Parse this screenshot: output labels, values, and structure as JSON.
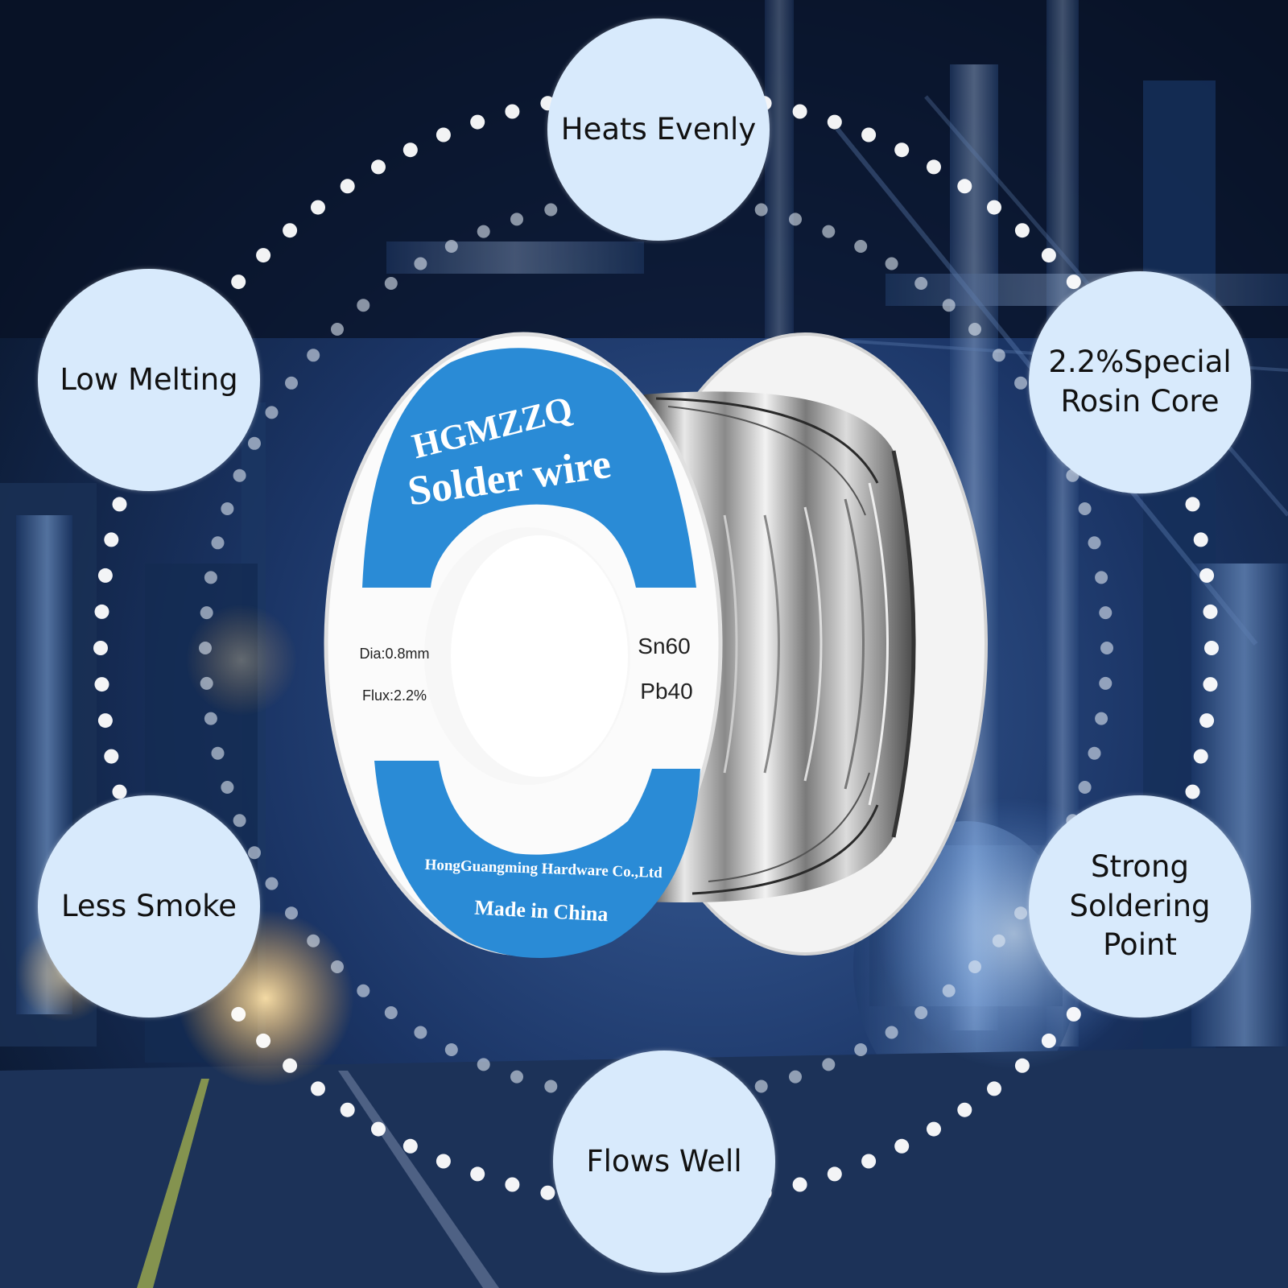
{
  "features": {
    "heats_evenly": "Heats Evenly",
    "low_melting": "Low Melting",
    "rosin_core_line1": "2.2%Special",
    "rosin_core_line2": "Rosin Core",
    "less_smoke": "Less Smoke",
    "strong_line1": "Strong",
    "strong_line2": "Soldering",
    "strong_line3": "Point",
    "flows_well": "Flows Well"
  },
  "spool": {
    "brand": "HGMZZQ",
    "product": "Solder wire",
    "diameter": "Dia:0.8mm",
    "flux": "Flux:2.2%",
    "tin": "Sn60",
    "lead": "Pb40",
    "manufacturer": "HongGuangming Hardware Co.,Ltd",
    "origin": "Made in China"
  },
  "colors": {
    "bubble": "#d8eafc",
    "label_blue": "#2a8bd6",
    "background": "#0a1730"
  }
}
